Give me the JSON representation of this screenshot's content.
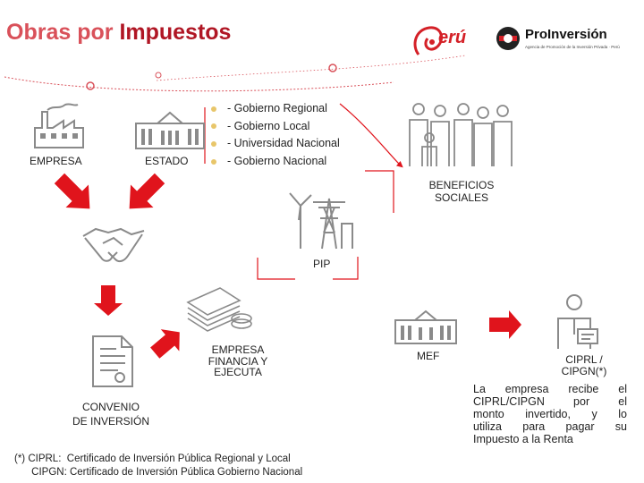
{
  "header": {
    "title_part1": "Obras por",
    "title_part2": "Impuestos",
    "logo_peru": "erú",
    "logo_pro": "ProInversión",
    "logo_pro_tagline": "Agencia de Promoción de la Inversión Privada · Perú"
  },
  "actors": {
    "empresa": "EMPRESA",
    "estado": "ESTADO",
    "entities": [
      "- Gobierno Regional",
      "- Gobierno Local",
      "- Universidad Nacional",
      "- Gobierno Nacional"
    ],
    "beneficios_line1": "BENEFICIOS",
    "beneficios_line2": "SOCIALES",
    "pip": "PIP",
    "empresa_financia_line1": "EMPRESA",
    "empresa_financia_line2": "FINANCIA Y",
    "empresa_financia_line3": "EJECUTA",
    "convenio_line1": "CONVENIO",
    "convenio_line2": "DE INVERSIÓN",
    "mef": "MEF",
    "ciprl_line1": "CIPRL /",
    "ciprl_line2": "CIPGN(*)"
  },
  "description": {
    "lines": [
      "La empresa recibe el",
      "CIPRL/CIPGN por el",
      "monto invertido, y lo",
      "utiliza para pagar su",
      "Impuesto a la Renta"
    ]
  },
  "footnote": {
    "line1": "(*) CIPRL:  Certificado de Inversión Pública Regional y Local",
    "line2": "      CIPGN: Certificado de Inversión Pública Gobierno Nacional"
  },
  "colors": {
    "arrow_red": "#e0141c",
    "title_light": "#d9515a",
    "title_dark": "#b01624",
    "icon_gray": "#8a8a8a",
    "bullet": "#e8c66a"
  }
}
